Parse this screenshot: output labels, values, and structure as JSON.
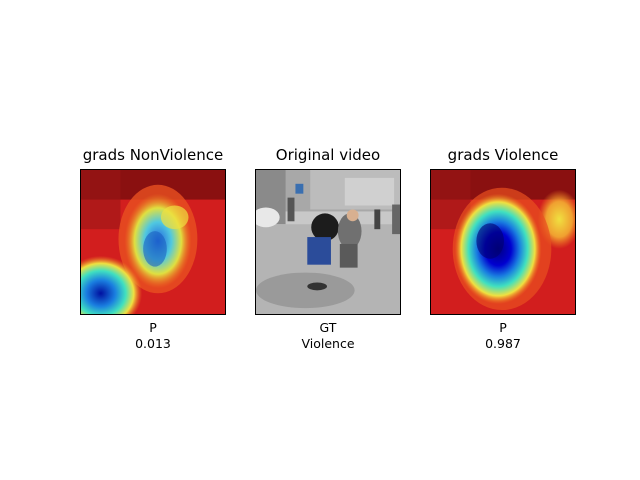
{
  "panels": [
    {
      "title": "grads NonViolence",
      "caption_line1": "P",
      "caption_line2": "0.013"
    },
    {
      "title": "Original video",
      "caption_line1": "GT",
      "caption_line2": "Violence"
    },
    {
      "title": "grads Violence",
      "caption_line1": "P",
      "caption_line2": "0.987"
    }
  ],
  "colors": {
    "heat_low": "#0000c8",
    "heat_high": "#d81010",
    "background": "#ffffff"
  }
}
